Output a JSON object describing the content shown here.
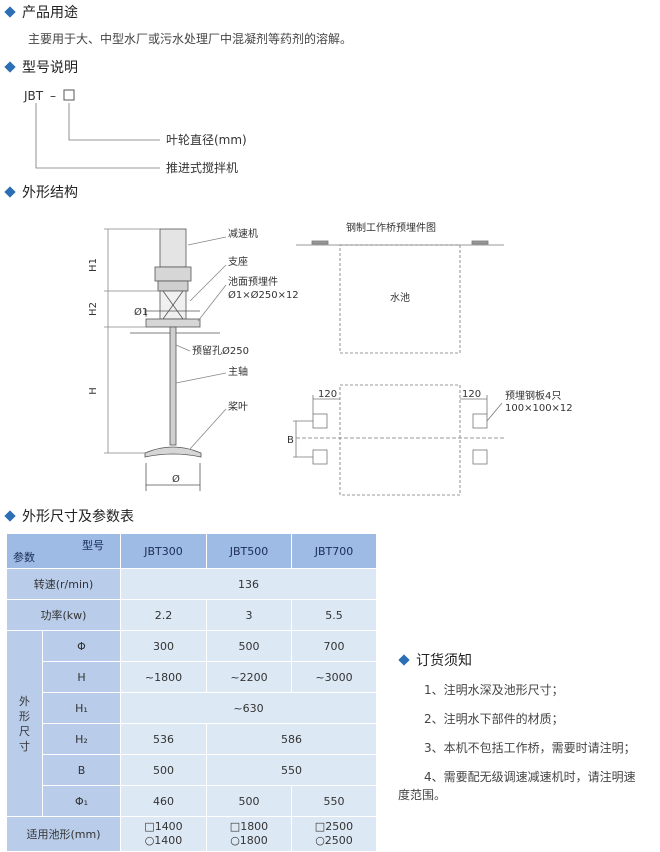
{
  "sections": {
    "usage": {
      "title": "产品用途",
      "text": "主要用于大、中型水厂或污水处理厂中混凝剂等药剂的溶解。"
    },
    "model": {
      "title": "型号说明",
      "code": "JBT",
      "dash": "–",
      "label_diameter": "叶轮直径(mm)",
      "label_type": "推进式搅拌机"
    },
    "structure": {
      "title": "外形结构",
      "label_reducer": "减速机",
      "label_support": "支座",
      "label_embedded": "池面预埋件",
      "label_embedded_dim": "Ø1×Ø250×12",
      "label_reserved_hole": "预留孔Ø250",
      "label_shaft": "主轴",
      "label_blade": "桨叶",
      "dim_H1": "H1",
      "dim_H2": "H2",
      "dim_H": "H",
      "dim_phi1": "Ø1",
      "dim_phi": "Ø",
      "bridge_title": "钢制工作桥预埋件图",
      "pool_label": "水池",
      "dim_120_left": "120",
      "dim_120_right": "120",
      "plate_label": "预埋钢板4只",
      "plate_dim": "100×100×12",
      "dim_B": "B"
    },
    "table_section": {
      "title": "外形尺寸及参数表"
    },
    "order": {
      "title": "订货须知",
      "items": [
        "1、注明水深及池形尺寸；",
        "2、注明水下部件的材质；",
        "3、本机不包括工作桥，需要时请注明；",
        "4、需要配无级调速减速机时，请注明速",
        "度范围。"
      ]
    }
  },
  "table": {
    "corner_top": "型号",
    "corner_bottom": "参数",
    "models": [
      "JBT300",
      "JBT500",
      "JBT700"
    ],
    "speed_label": "转速(r/min)",
    "speed_value": "136",
    "power_label": "功率(kw)",
    "power_values": [
      "2.2",
      "3",
      "5.5"
    ],
    "group_label": "外形尺寸",
    "phi_label": "Φ",
    "phi_values": [
      "300",
      "500",
      "700"
    ],
    "h_label": "H",
    "h_values": [
      "~1800",
      "~2200",
      "~3000"
    ],
    "h1_label": "H₁",
    "h1_value": "~630",
    "h2_label": "H₂",
    "h2_values": [
      "536",
      "586"
    ],
    "b_label": "B",
    "b_values": [
      "500",
      "550"
    ],
    "phi1_label": "Φ₁",
    "phi1_values": [
      "460",
      "500",
      "550"
    ],
    "pool_label": "适用池形(mm)",
    "pool_values": [
      [
        "□1400",
        "○1400"
      ],
      [
        "□1800",
        "○1800"
      ],
      [
        "□2500",
        "○2500"
      ]
    ]
  },
  "colors": {
    "accent": "#2b6fb5",
    "table_header": "#9dbbe4",
    "table_label": "#b9cdea",
    "table_cell": "#dde8f5"
  }
}
